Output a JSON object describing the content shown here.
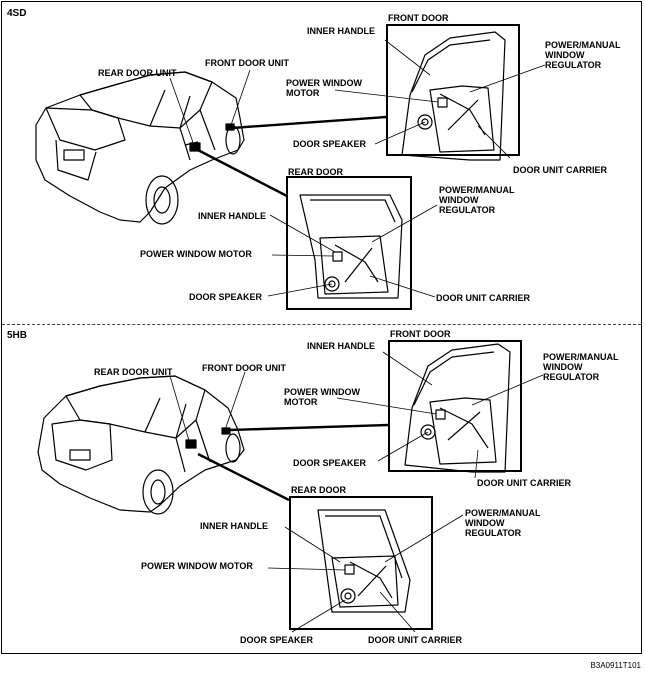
{
  "sections": [
    {
      "title": "4SD",
      "labels": {
        "rear_door_unit": "REAR DOOR UNIT",
        "front_door_unit": "FRONT DOOR UNIT",
        "front_door": {
          "title": "FRONT DOOR",
          "inner_handle": "INNER HANDLE",
          "power_window_motor": "POWER WINDOW MOTOR",
          "door_speaker": "DOOR SPEAKER",
          "window_regulator": "POWER/MANUAL WINDOW REGULATOR",
          "door_unit_carrier": "DOOR UNIT CARRIER"
        },
        "rear_door": {
          "title": "REAR DOOR",
          "inner_handle": "INNER HANDLE",
          "power_window_motor": "POWER WINDOW MOTOR",
          "door_speaker": "DOOR SPEAKER",
          "window_regulator": "POWER/MANUAL WINDOW REGULATOR",
          "door_unit_carrier": "DOOR UNIT CARRIER"
        }
      }
    },
    {
      "title": "5HB",
      "labels": {
        "rear_door_unit": "REAR DOOR UNIT",
        "front_door_unit": "FRONT DOOR UNIT",
        "front_door": {
          "title": "FRONT DOOR",
          "inner_handle": "INNER HANDLE",
          "power_window_motor": "POWER WINDOW MOTOR",
          "door_speaker": "DOOR SPEAKER",
          "window_regulator": "POWER/MANUAL WINDOW REGULATOR",
          "door_unit_carrier": "DOOR UNIT CARRIER"
        },
        "rear_door": {
          "title": "REAR DOOR",
          "inner_handle": "INNER HANDLE",
          "power_window_motor": "POWER WINDOW MOTOR",
          "door_speaker": "DOOR SPEAKER",
          "window_regulator": "POWER/MANUAL WINDOW REGULATOR",
          "door_unit_carrier": "DOOR UNIT CARRIER"
        }
      }
    }
  ],
  "figure_code": "B3A0911T101"
}
